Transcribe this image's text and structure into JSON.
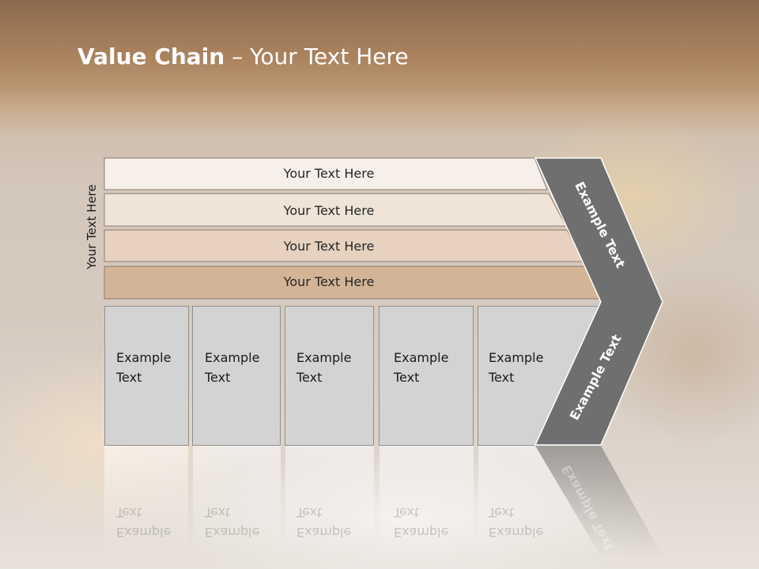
{
  "slide": {
    "title_bold": "Value Chain",
    "title_rest": " – Your Text Here",
    "side_label": "Your Text Here"
  },
  "rows": [
    {
      "label": "Your Text Here",
      "color": "#f7efea"
    },
    {
      "label": "Your Text Here",
      "color": "#f0e4d9"
    },
    {
      "label": "Your Text Here",
      "color": "#e6d2bf"
    },
    {
      "label": "Your Text Here",
      "color": "#d3b496"
    }
  ],
  "cards": [
    {
      "label": "Example\nText"
    },
    {
      "label": "Example\nText"
    },
    {
      "label": "Example\nText"
    },
    {
      "label": "Example\nText"
    },
    {
      "label": "Example\nText"
    }
  ],
  "chevron": {
    "top_label": "Example Text",
    "bottom_label": "Example Text",
    "color": "#6f6f6f"
  },
  "colors": {
    "card_fill": "#d3d3d3",
    "card_border": "#8f8f8f",
    "title": "#ffffff"
  }
}
